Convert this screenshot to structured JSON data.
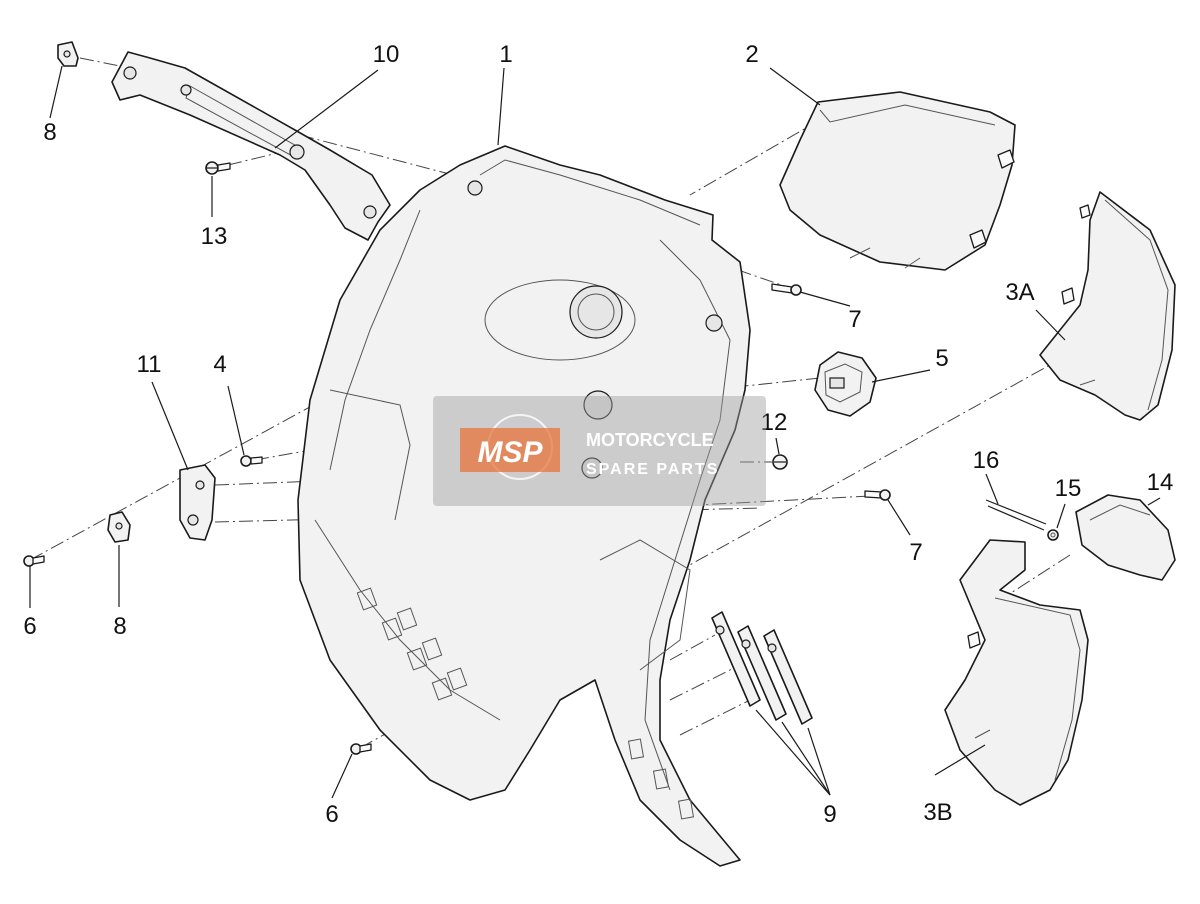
{
  "diagram": {
    "callouts": [
      {
        "id": "c1",
        "label": "1"
      },
      {
        "id": "c2",
        "label": "2"
      },
      {
        "id": "c3a",
        "label": "3A"
      },
      {
        "id": "c3b",
        "label": "3B"
      },
      {
        "id": "c4",
        "label": "4"
      },
      {
        "id": "c5",
        "label": "5"
      },
      {
        "id": "c6a",
        "label": "6"
      },
      {
        "id": "c6b",
        "label": "6"
      },
      {
        "id": "c7a",
        "label": "7"
      },
      {
        "id": "c7b",
        "label": "7"
      },
      {
        "id": "c8a",
        "label": "8"
      },
      {
        "id": "c8b",
        "label": "8"
      },
      {
        "id": "c9",
        "label": "9"
      },
      {
        "id": "c10",
        "label": "10"
      },
      {
        "id": "c11",
        "label": "11"
      },
      {
        "id": "c12",
        "label": "12"
      },
      {
        "id": "c13",
        "label": "13"
      },
      {
        "id": "c14",
        "label": "14"
      },
      {
        "id": "c15",
        "label": "15"
      },
      {
        "id": "c16",
        "label": "16"
      }
    ]
  },
  "watermark": {
    "logo_text": "MSP",
    "line1": "MOTORCYCLE",
    "line2": "SPARE PARTS",
    "accent_color": "#e8743b"
  }
}
